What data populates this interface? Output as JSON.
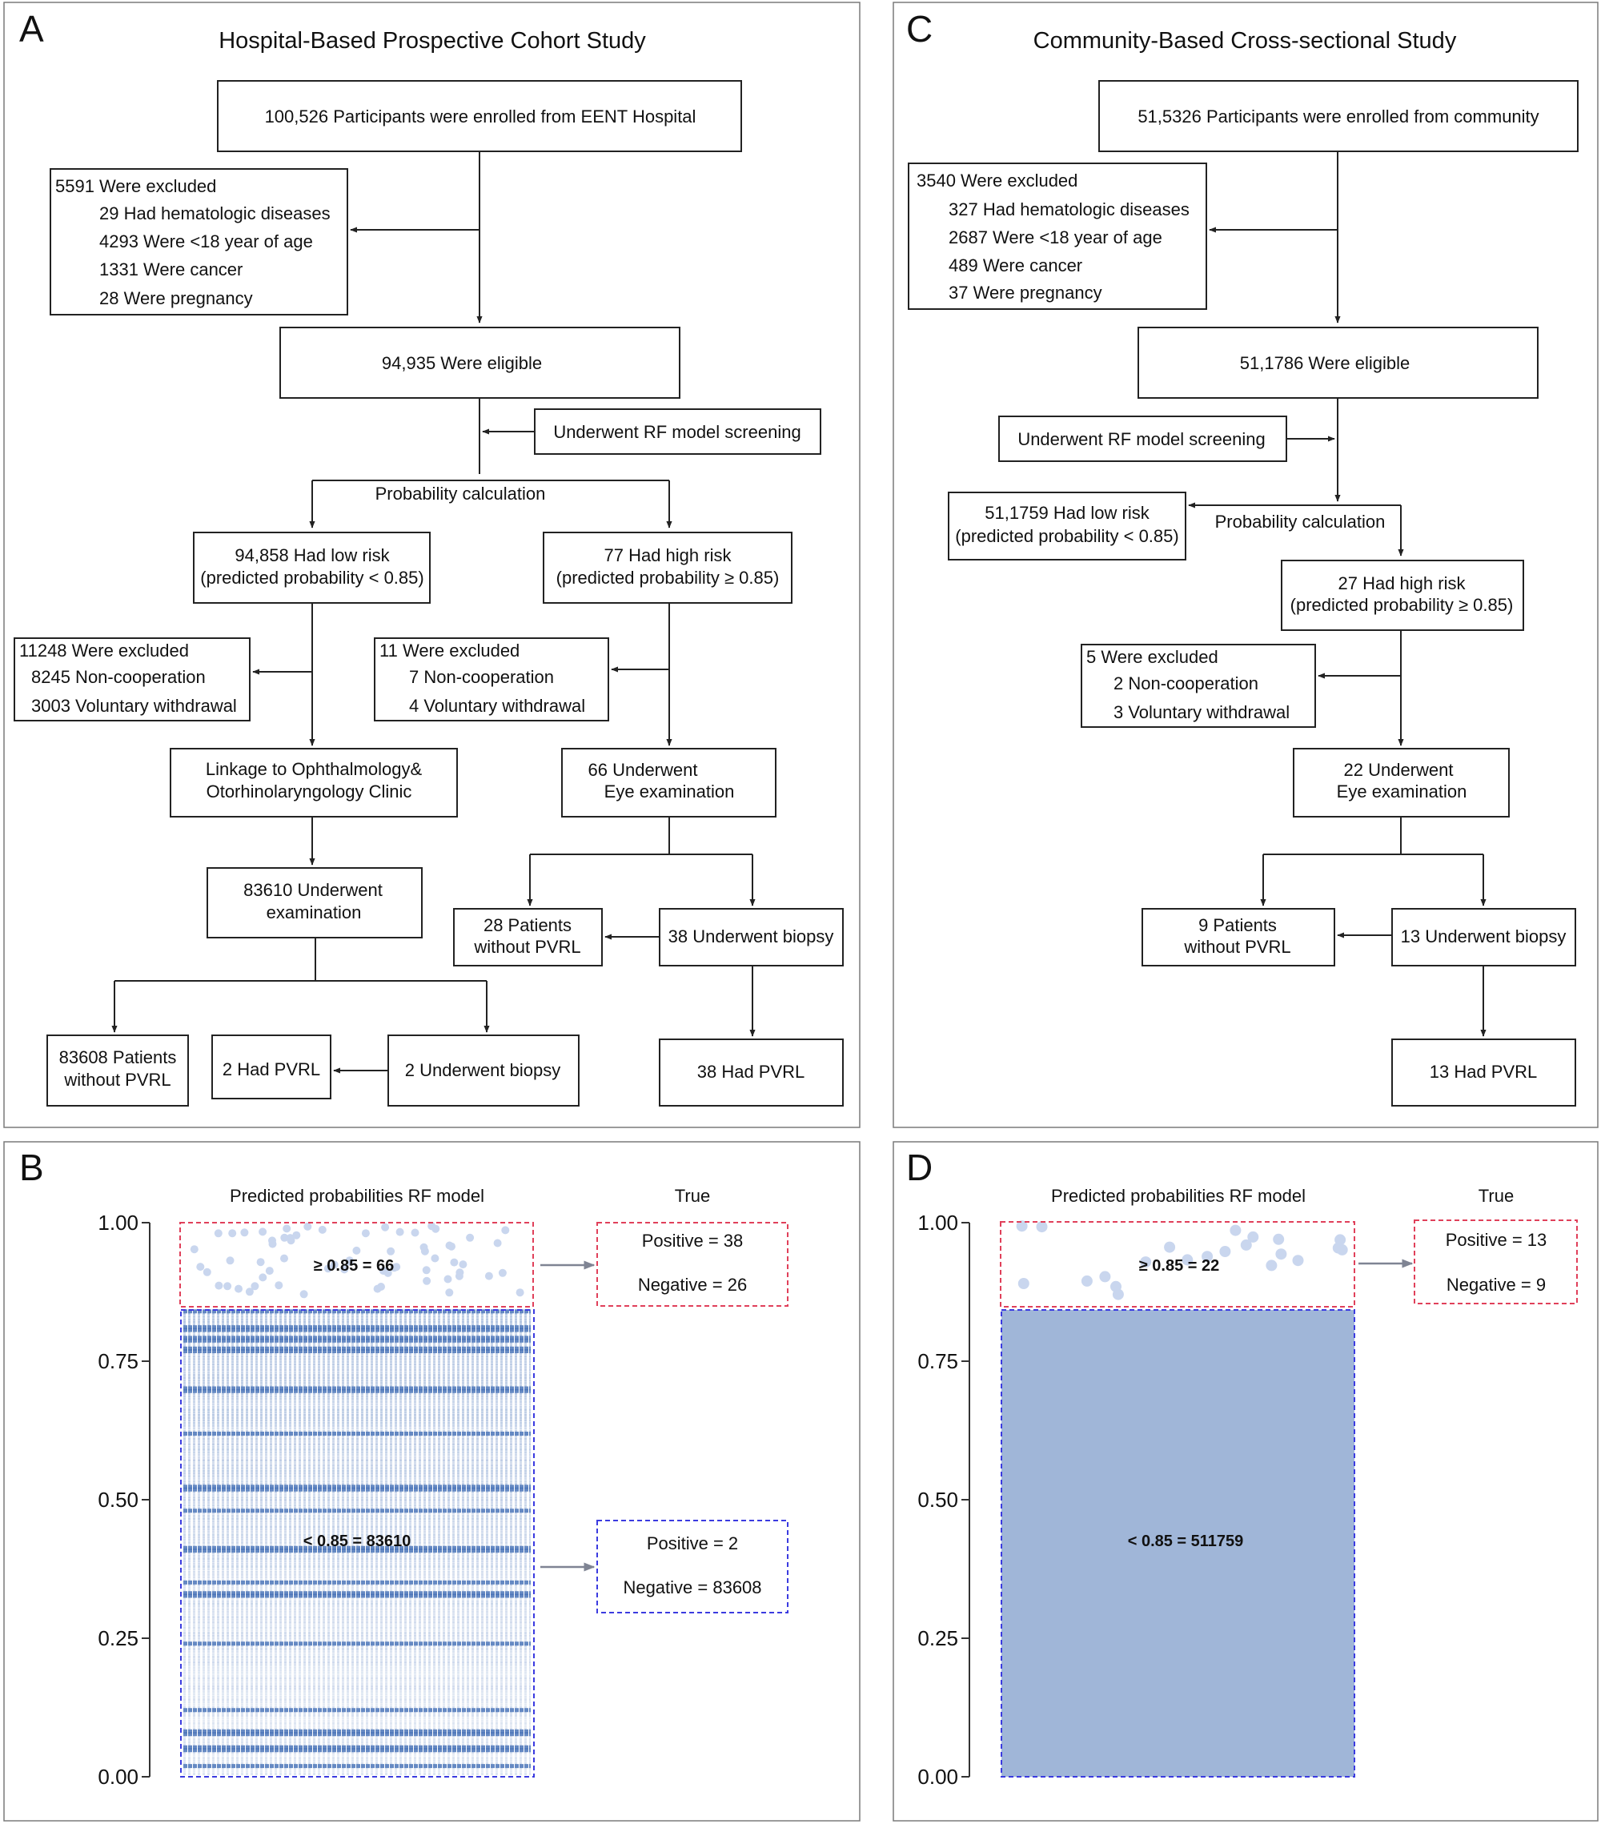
{
  "panel_letters": {
    "A": "A",
    "B": "B",
    "C": "C",
    "D": "D"
  },
  "panel_a": {
    "title": "Hospital-Based Prospective Cohort Study",
    "enrolled": "100,526 Participants were enrolled from EENT Hospital",
    "excluded_1": [
      "5591 Were excluded",
      "29 Had hematologic diseases",
      "4293 Were <18 year of age",
      "1331 Were cancer",
      "28 Were pregnancy"
    ],
    "eligible": "94,935 Were eligible",
    "rf_screening": "Underwent RF model screening",
    "probability_calc": "Probability calculation",
    "low_risk": [
      "94,858 Had low risk",
      "(predicted probability < 0.85)"
    ],
    "high_risk": [
      "77 Had high risk",
      "(predicted probability ≥ 0.85)"
    ],
    "excluded_low": [
      "11248 Were excluded",
      "8245 Non-cooperation",
      "3003 Voluntary withdrawal"
    ],
    "excluded_high": [
      "11 Were excluded",
      "7 Non-cooperation",
      "4 Voluntary withdrawal"
    ],
    "linkage": [
      "Linkage to Ophthalmology&",
      "Otorhinolaryngology Clinic"
    ],
    "eye_exam": [
      "66 Underwent",
      "Eye examination"
    ],
    "examination": [
      "83610 Underwent",
      "examination"
    ],
    "no_pvrl_high": [
      "28 Patients",
      "without PVRL"
    ],
    "biopsy_high": "38 Underwent biopsy",
    "no_pvrl_low": [
      "83608 Patients",
      "without PVRL"
    ],
    "had_pvrl_low": "2 Had PVRL",
    "biopsy_low": "2 Underwent biopsy",
    "had_pvrl_high": "38 Had PVRL"
  },
  "panel_c": {
    "title": "Community-Based Cross-sectional Study",
    "enrolled": "51,5326 Participants were enrolled from community",
    "excluded_1": [
      "3540 Were excluded",
      "327 Had hematologic diseases",
      "2687 Were <18 year of age",
      "489 Were cancer",
      "37 Were pregnancy"
    ],
    "eligible": "51,1786 Were eligible",
    "rf_screening": "Underwent RF model screening",
    "low_risk": [
      "51,1759 Had low risk",
      "(predicted probability < 0.85)"
    ],
    "probability_calc": "Probability calculation",
    "high_risk": [
      "27 Had high risk",
      "(predicted probability ≥ 0.85)"
    ],
    "excluded_high": [
      "5 Were excluded",
      "2 Non-cooperation",
      "3 Voluntary withdrawal"
    ],
    "eye_exam": [
      "22 Underwent",
      "Eye examination"
    ],
    "no_pvrl": [
      "9 Patients",
      "without PVRL"
    ],
    "biopsy": "13 Underwent biopsy",
    "had_pvrl": "13 Had PVRL"
  },
  "chart_data": [
    {
      "panel": "B",
      "type": "scatter",
      "title": "Predicted probabilities RF model",
      "true_header": "True",
      "ylim": [
        0,
        1
      ],
      "yticks": [
        "0.00",
        "0.25",
        "0.50",
        "0.75",
        "1.00"
      ],
      "threshold": 0.85,
      "high_label": "≥ 0.85 = 66",
      "low_label": "< 0.85 = 83610",
      "high_true": [
        "Positive = 38",
        "Negative = 26"
      ],
      "low_true": [
        "Positive = 2",
        "Negative = 83608"
      ],
      "dense_bands": [
        0.02,
        0.05,
        0.08,
        0.12,
        0.24,
        0.33,
        0.35,
        0.41,
        0.48,
        0.52,
        0.62,
        0.7,
        0.77,
        0.79,
        0.81,
        0.84
      ]
    },
    {
      "panel": "D",
      "type": "scatter",
      "title": "Predicted probabilities RF model",
      "true_header": "True",
      "ylim": [
        0,
        1
      ],
      "yticks": [
        "0.00",
        "0.25",
        "0.50",
        "0.75",
        "1.00"
      ],
      "threshold": 0.85,
      "high_label": "≥ 0.85 = 22",
      "low_label": "< 0.85 = 511759",
      "high_true": [
        "Positive = 13",
        "Negative = 9"
      ],
      "low_true": []
    }
  ],
  "colors": {
    "box_stroke": "#222222",
    "panel_stroke": "#7a7a7a",
    "high_dash": "#e0405a",
    "low_dash": "#3b3be0",
    "point": "#4a74b8",
    "point_light": "#c9d6ee",
    "fill_d": "#a0b6d8",
    "arrow_gray": "#7f8493"
  }
}
